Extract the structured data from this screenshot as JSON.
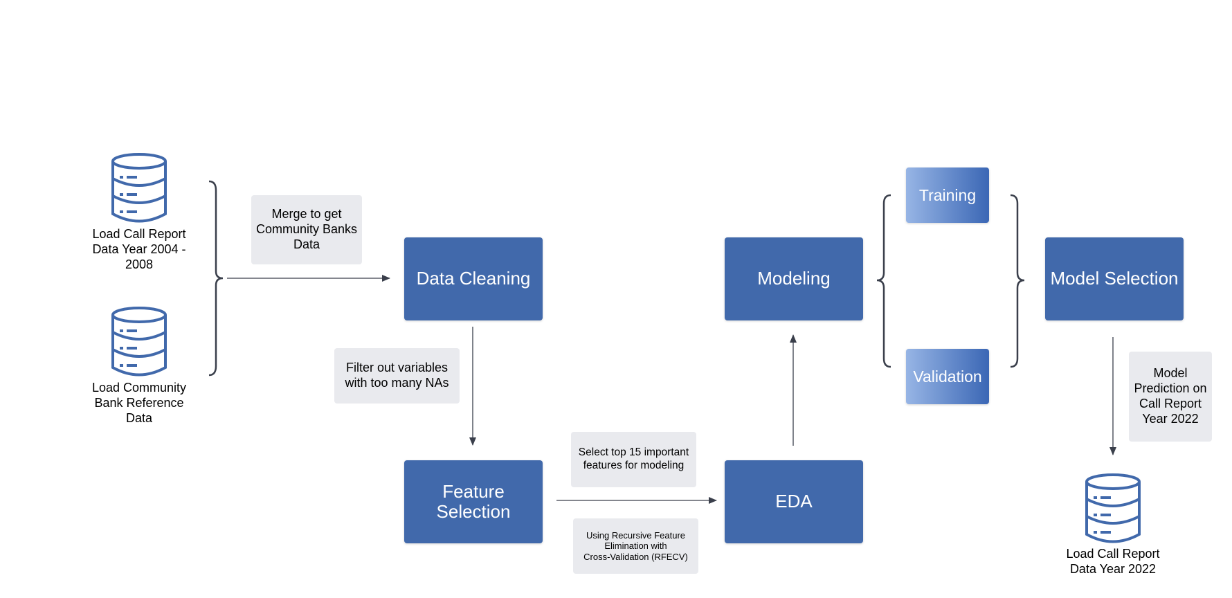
{
  "theme": {
    "process_box": "#4169ab",
    "note_box": "#e9eaee",
    "gradient_start": "#97b5e5",
    "gradient_end": "#3b67b5",
    "icon_color": "#4169ab",
    "connector_color": "#3a3f4b"
  },
  "sources": {
    "call_report_label": "Load Call Report\nData Year 2004 -\n2008",
    "community_bank_label": "Load Community\nBank Reference\nData",
    "call_report_2022_label": "Load Call Report\nData Year 2022",
    "icon": "database-icon"
  },
  "steps": {
    "data_cleaning": "Data Cleaning",
    "feature_selection": "Feature\nSelection",
    "eda": "EDA",
    "modeling": "Modeling",
    "model_selection": "Model Selection",
    "training": "Training",
    "validation": "Validation"
  },
  "notes": {
    "merge": "Merge to get\nCommunity Banks\nData",
    "filter": "Filter out variables\nwith too many NAs",
    "select_top": "Select top 15 important\nfeatures for modeling",
    "rfecv": "Using Recursive Feature\nElimination with\nCross-Validation (RFECV)",
    "prediction": "Model\nPrediction on\nCall Report\nYear 2022"
  }
}
